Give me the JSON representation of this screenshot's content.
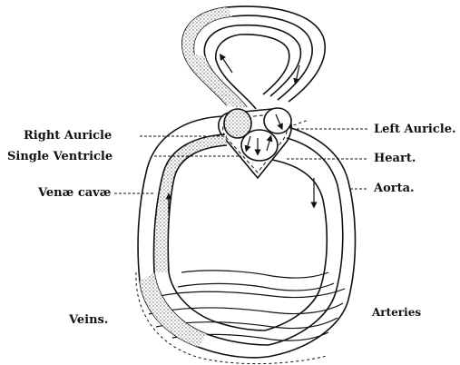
{
  "labels": {
    "right_auricle": "Right Auricle",
    "single_ventricle": "Single Ventricle",
    "venae_cavae": "Venæ cavæ",
    "left_auricle": "Left Auricle.",
    "heart": "Heart.",
    "aorta": "Aorta.",
    "veins": "Veins.",
    "arteries": "Arteries"
  },
  "colors": {
    "ink": "#111111",
    "stipple": "#555555",
    "paper": "#ffffff"
  }
}
